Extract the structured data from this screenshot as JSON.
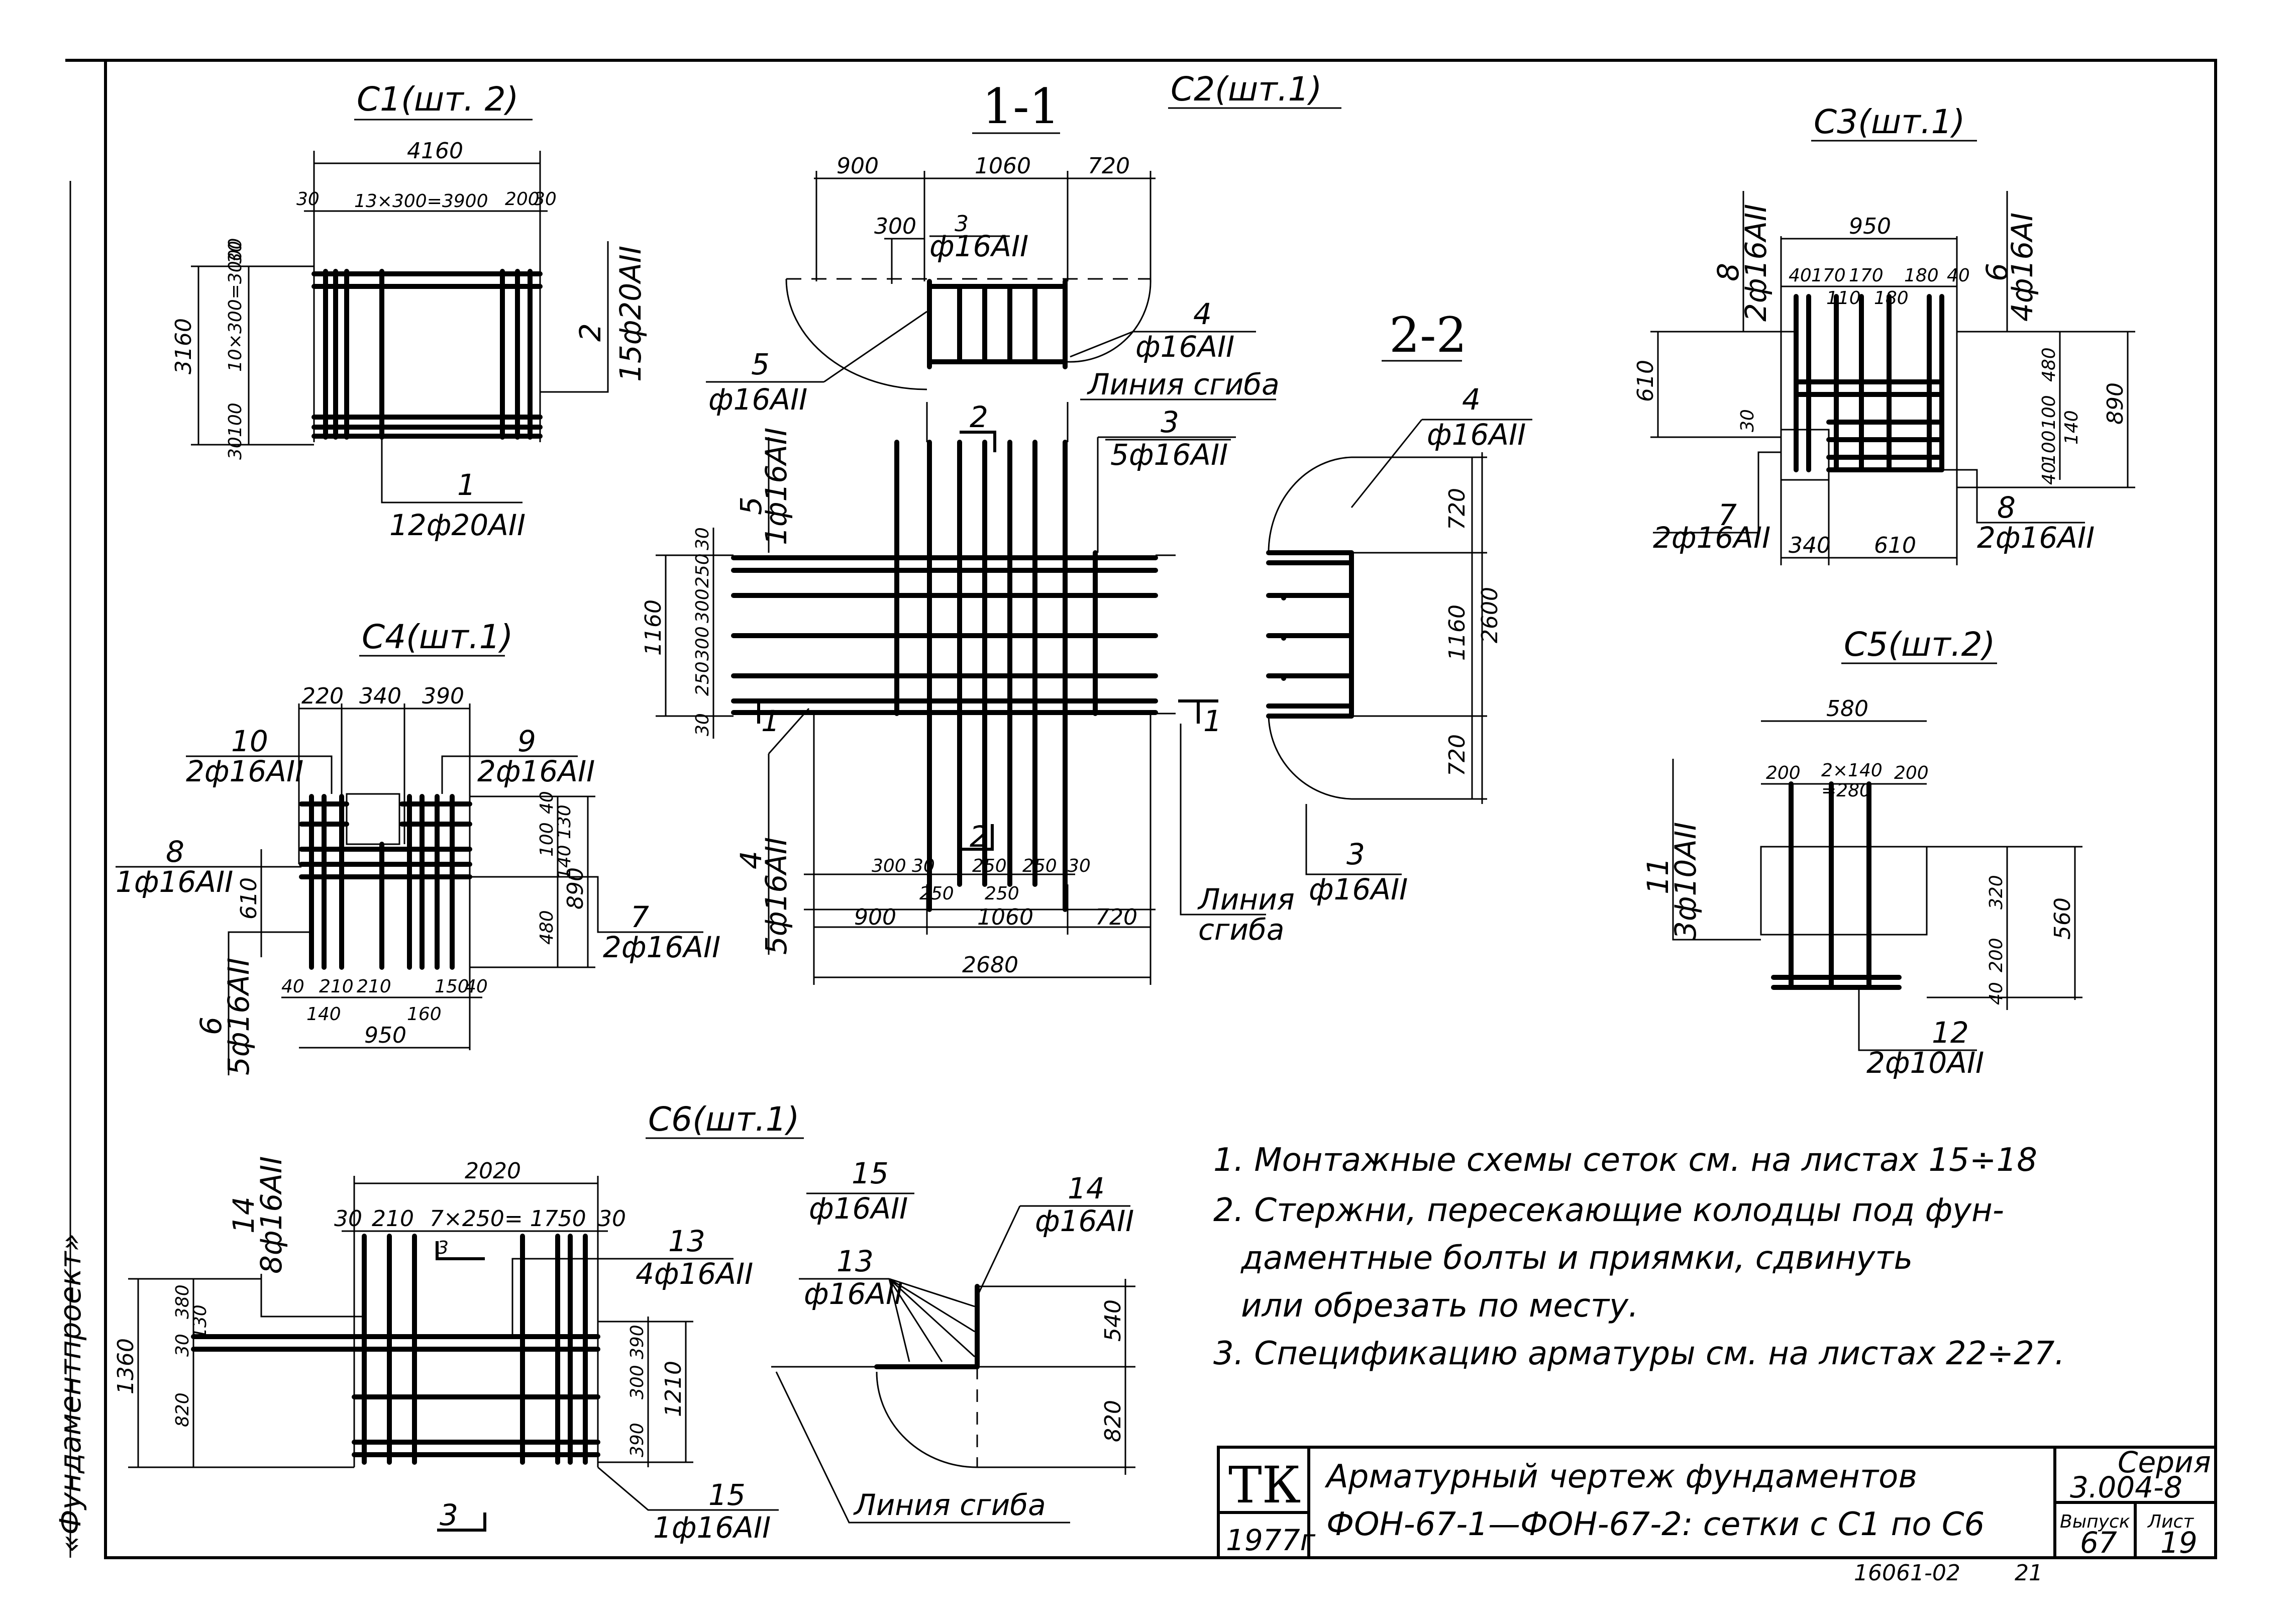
{
  "side_label": "«Фундаментпроект»",
  "c1": {
    "title": "С1(шт. 2)",
    "dim_total_w": "4160",
    "dim_chain_w": [
      "30",
      "13×300=3900",
      "200",
      "30"
    ],
    "dim_total_h": "3160",
    "dim_chain_h": [
      "30",
      "10×300=3000",
      "100",
      "30"
    ],
    "pos1_mark": "1",
    "pos1_label": "12ф20АII",
    "pos2_mark": "2",
    "pos2_label": "15ф20АII"
  },
  "s11": {
    "title": "1-1",
    "dim_top": [
      "900",
      "1060",
      "720"
    ],
    "dim_300": "300",
    "pos3_mark": "3",
    "pos3_label": "ф16АII",
    "pos4_mark": "4",
    "pos4_label": "ф16АII",
    "pos5_mark": "5",
    "pos5_label": "ф16АII",
    "bend_line": "Линия сгиба"
  },
  "c2": {
    "title": "С2(шт.1)",
    "pos3_mark": "3",
    "pos3_label": "5ф16АII",
    "pos5_mark": "5",
    "pos5_label": "1ф16АII",
    "pos4_mark": "4",
    "pos4_label": "5ф16АII",
    "dim_left_total": "1160",
    "dim_left_chain": [
      "30",
      "250",
      "300",
      "300",
      "250",
      "30"
    ],
    "cut_mark": "2",
    "dim_bottom_chain1": [
      "300",
      "30",
      "250",
      "250",
      "30"
    ],
    "dim_bottom_chain2": [
      "250",
      "250"
    ],
    "dim_bottom_main": [
      "900",
      "1060",
      "720"
    ],
    "dim_total": "2680",
    "bend_line_1": "Линия",
    "bend_line_2": "сгиба",
    "section_1": "1",
    "section_1b": "1"
  },
  "s22": {
    "title": "2-2",
    "pos4_mark": "4",
    "pos4_label": "ф16АII",
    "pos3_mark": "3",
    "pos3_label": "ф16АII",
    "dims": [
      "720",
      "1160",
      "720"
    ],
    "dim_total": "2600"
  },
  "c3": {
    "title": "С3(шт.1)",
    "dim_w": "950",
    "dim_chain": [
      "40",
      "170",
      "170",
      "180",
      "40"
    ],
    "dim_chain2": [
      "110",
      "180"
    ],
    "dim_left": "610",
    "dim_30": "30",
    "dim_right_chain": [
      "480",
      "100",
      "140",
      "100",
      "40"
    ],
    "dim_right_total": "890",
    "dim_bottom": [
      "340",
      "610"
    ],
    "pos8_mark": "8",
    "pos8_label": "2ф16АII",
    "pos6_mark": "6",
    "pos6_label": "4ф16АI",
    "pos7_mark": "7",
    "pos7_label": "2ф16АII",
    "pos8b_mark": "8",
    "pos8b_label": "2ф16АII"
  },
  "c4": {
    "title": "С4(шт.1)",
    "dim_top": [
      "220",
      "340",
      "390"
    ],
    "pos10_mark": "10",
    "pos10_label": "2ф16АII",
    "pos9_mark": "9",
    "pos9_label": "2ф16АII",
    "pos8_mark": "8",
    "pos8_label": "1ф16АII",
    "pos7_mark": "7",
    "pos7_label": "2ф16АII",
    "pos6_mark": "6",
    "pos6_label": "5ф16АII",
    "dim_left": "610",
    "dim_right_chain": [
      "40",
      "130",
      "100",
      "140",
      "480"
    ],
    "dim_right_total": "890",
    "dim_bottom_chain": [
      "40",
      "210",
      "210",
      "150",
      "40"
    ],
    "dim_bottom_chain2": [
      "140",
      "160"
    ],
    "dim_total": "950"
  },
  "c5": {
    "title": "С5(шт.2)",
    "dim_w": "580",
    "dim_chain": [
      "200",
      "2×140",
      "=280",
      "200"
    ],
    "dim_right": [
      "320",
      "200",
      "40"
    ],
    "dim_total": "560",
    "pos11_mark": "11",
    "pos11_label": "3ф10АII",
    "pos12_mark": "12",
    "pos12_label": "2ф10АII"
  },
  "c6": {
    "title": "С6(шт.1)",
    "dim_w": "2020",
    "dim_chain": [
      "30",
      "210",
      "7×250= 1750",
      "30"
    ],
    "pos14_mark": "14",
    "pos14_label": "8ф16АII",
    "pos13_mark": "13",
    "pos13_label": "4ф16АII",
    "pos15_mark": "15",
    "pos15_label": "1ф16АII",
    "dim_left_total": "1360",
    "dim_left_chain": [
      "380",
      "130",
      "30",
      "820"
    ],
    "dim_right_chain": [
      "390",
      "300",
      "390"
    ],
    "dim_right_total": "1210",
    "section_mark": "3"
  },
  "s33": {
    "pos15_mark": "15",
    "pos15_label": "ф16АII",
    "pos14_mark": "14",
    "pos14_label": "ф16АII",
    "pos13_mark": "13",
    "pos13_label": "ф16АII",
    "dims": [
      "540",
      "820"
    ],
    "bend_line": "Линия сгиба"
  },
  "notes": [
    "1. Монтажные схемы сеток см. на листах 15÷18",
    "2. Стержни, пересекающие колодцы под фун-",
    "даментные болты и приямки, сдвинуть",
    "или обрезать по месту.",
    "3. Спецификацию арматуры см. на листах 22÷27."
  ],
  "title_block": {
    "org": "ТК",
    "year": "1977г",
    "title_1": "Арматурный чертеж фундаментов",
    "title_2": "ФОН-67-1—ФОН-67-2: сетки с С1 по С6",
    "series_label": "Серия",
    "series": "3.004-8",
    "issue_label": "Выпуск",
    "issue": "67",
    "sheet_label": "Лист",
    "sheet": "19"
  },
  "footer_code": "16061-02",
  "footer_page": "21"
}
